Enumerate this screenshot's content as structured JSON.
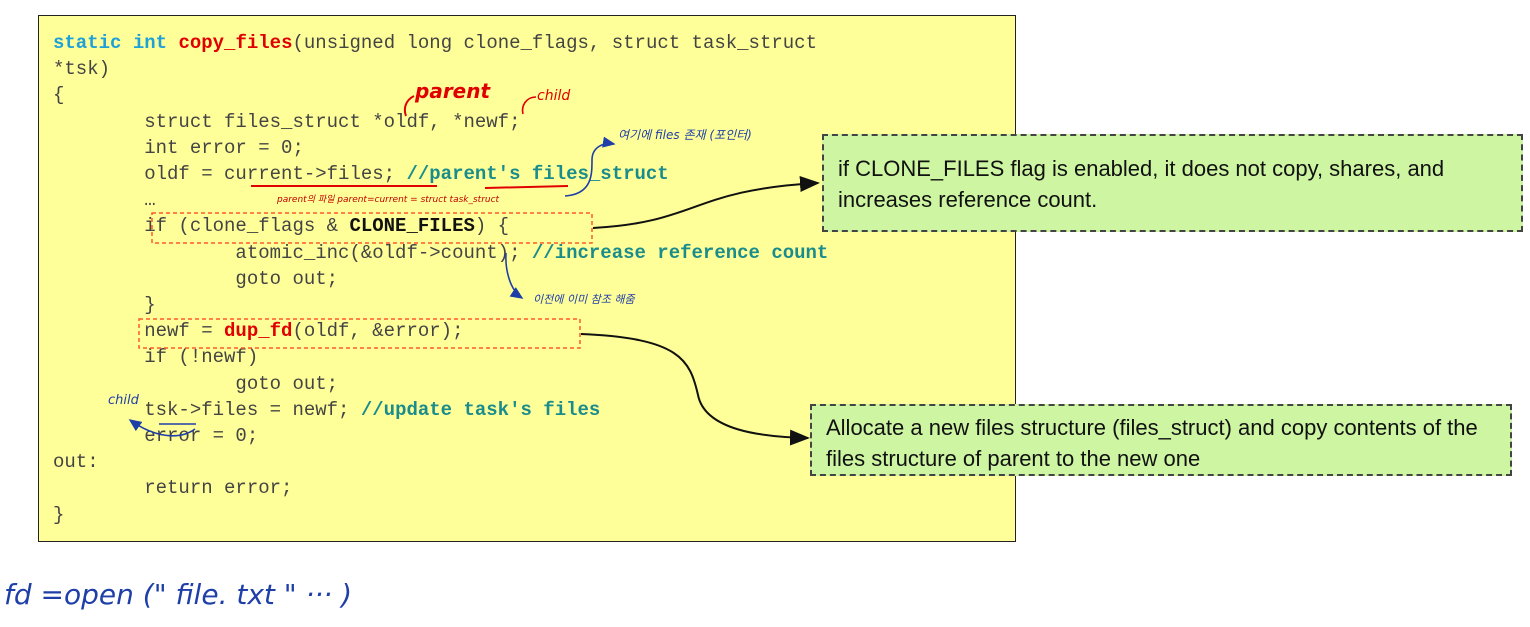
{
  "code": {
    "line1": {
      "kw1": "static",
      "sp1": " ",
      "kw2": "int",
      "sp2": " ",
      "fn": "copy_files",
      "rest": "(unsigned long clone_flags, struct task_struct"
    },
    "line2": "*tsk)",
    "line3": "{",
    "line4": "        struct files_struct *oldf, *newf;",
    "line5": "        int error = 0;",
    "line6": {
      "code": "        oldf = current->files; ",
      "comment": "//parent's files_struct"
    },
    "line7": "        …",
    "line8": {
      "pre": "        if (clone_flags & ",
      "bold": "CLONE_FILES",
      "post": ") {"
    },
    "line9": {
      "code": "                atomic_inc(&oldf->count); ",
      "comment": "//increase reference count"
    },
    "line10": "                goto out;",
    "line11": "        }",
    "line12": {
      "pre": "        newf = ",
      "fn": "dup_fd",
      "post": "(oldf, &error);"
    },
    "line13": "        if (!newf)",
    "line14": "                goto out;",
    "line15": {
      "code": "        tsk->files = newf; ",
      "comment": "//update task's files"
    },
    "line16": "        error = 0;",
    "line17": "out:",
    "line18": "        return error;",
    "line19": "}"
  },
  "callouts": {
    "clone_files": "if CLONE_FILES flag is enabled, it does not copy, shares, and increases reference count.",
    "dup_fd": "Allocate a new files structure (files_struct) and copy contents of the files structure of parent to the new one"
  },
  "handwriting": {
    "parent": "parent",
    "child_top": "child",
    "child_left": "child",
    "note_files": "여기에 files 존재 (포인터)",
    "note_parent": "parent의 파일 parent=current = struct task_struct",
    "note_count": "이전에 이미 참조 해줌",
    "bottom": "fd =open (\" file. txt \" ··· )"
  },
  "colors": {
    "code_bg": "#ffff99",
    "callout_bg": "#cdf5a2",
    "keyword": "#1ea1d8",
    "function": "#e00000",
    "comment": "#1a8c8c",
    "ink_red": "#e00000",
    "ink_blue": "#1f3fa8"
  }
}
